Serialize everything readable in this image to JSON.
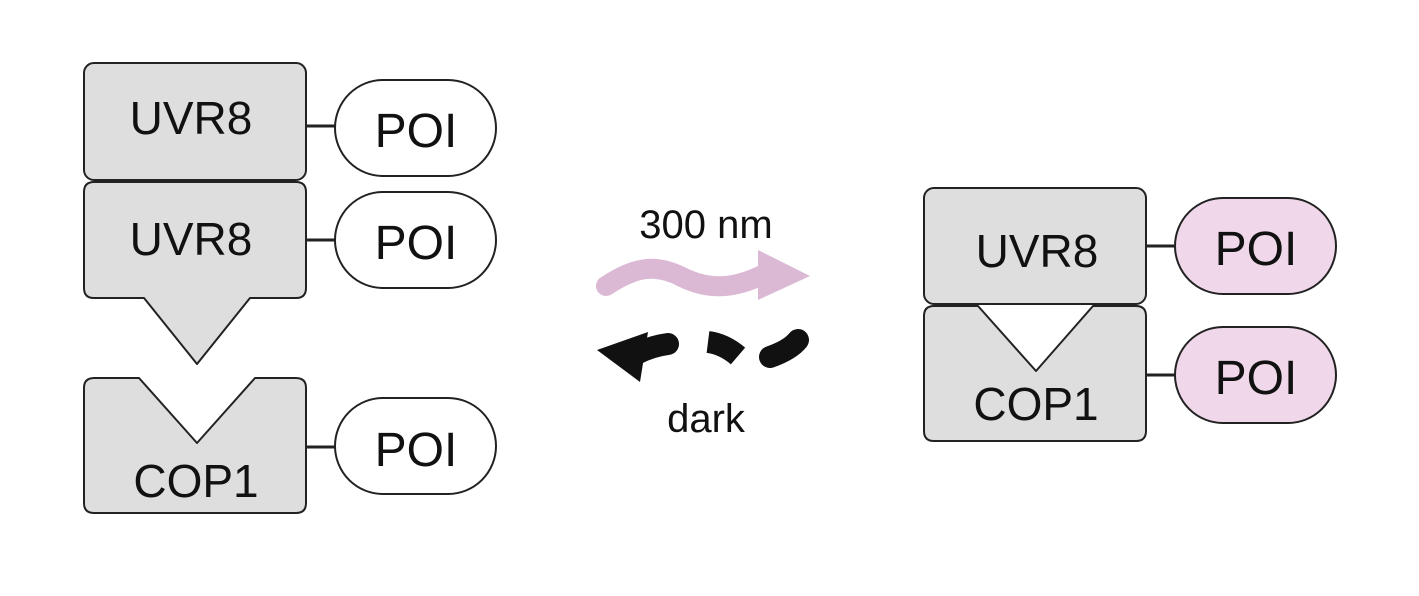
{
  "left": {
    "uvr8_top": {
      "label": "UVR8"
    },
    "uvr8_bottom": {
      "label": "UVR8"
    },
    "cop1": {
      "label": "COP1"
    },
    "poi_1": {
      "label": "POI"
    },
    "poi_2": {
      "label": "POI"
    },
    "poi_3": {
      "label": "POI"
    }
  },
  "middle": {
    "light_label": "300 nm",
    "dark_label": "dark"
  },
  "right": {
    "uvr8": {
      "label": "UVR8"
    },
    "cop1": {
      "label": "COP1"
    },
    "poi_1": {
      "label": "POI"
    },
    "poi_2": {
      "label": "POI"
    }
  },
  "colors": {
    "protein_fill": "#dedede",
    "outline": "#222222",
    "poi_left_fill": "#ffffff",
    "poi_right_fill": "#f0d8ea",
    "light_arrow": "#dbb8d4",
    "dark_arrow": "#111111"
  }
}
